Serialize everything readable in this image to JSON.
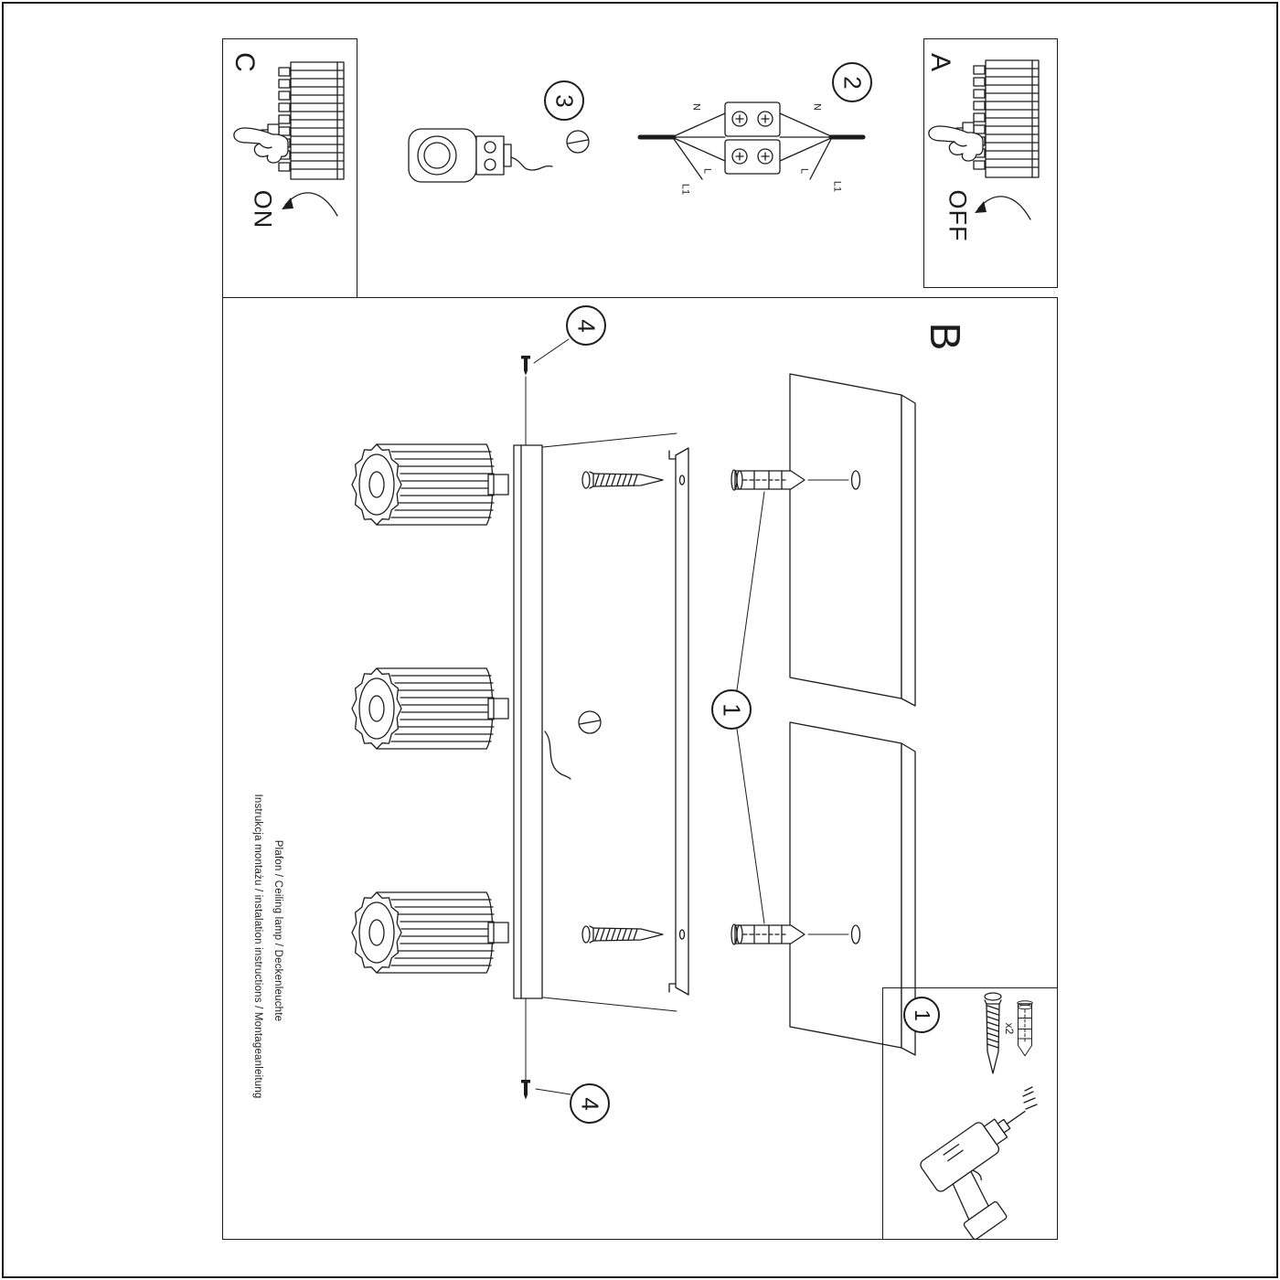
{
  "captions": {
    "line1": "Instrukcja montażu / instalation instructions / Montageanleitung",
    "line2": "Plafon / Ceiling lamp / Deckenleuchte"
  },
  "sections": {
    "a": "A",
    "b": "B",
    "c": "C"
  },
  "switch": {
    "on": "ON",
    "off": "OFF"
  },
  "steps": {
    "one": "1",
    "two": "2",
    "three": "3",
    "four": "4"
  },
  "wiring_labels": {
    "n": "N",
    "l": "L",
    "l1": "L1"
  },
  "parts": {
    "quantity": "x2"
  },
  "colors": {
    "ink": "#1c1c1c",
    "paper": "#ffffff"
  }
}
